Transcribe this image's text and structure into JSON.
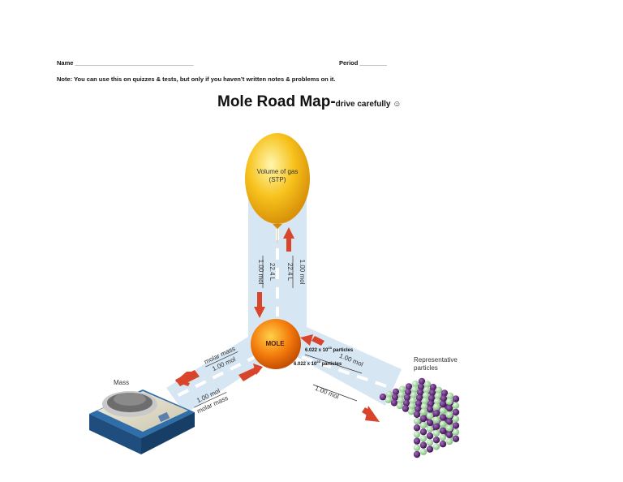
{
  "header": {
    "name_label": "Name ___________________________________",
    "period_label": "Period ________",
    "note": "Note:  You can use this on quizzes & tests, but only if you haven’t written notes & problems on it."
  },
  "title": {
    "main": "Mole Road Map-",
    "sub": "drive carefully ☺"
  },
  "diagram": {
    "balloon_line1": "Volume of gas",
    "balloon_line2": "(STP)",
    "mole_center": "MOLE",
    "mass_label": "Mass",
    "particles_line1": "Representative",
    "particles_line2": "particles",
    "gas_left_top": "1.00 mol",
    "gas_left_bottom": "22.4 L",
    "gas_right_top": "22.4 L",
    "gas_right_bottom": "1.00 mol",
    "mass_upper_top": "molar mass",
    "mass_upper_bottom": "1.00 mol",
    "mass_lower_top": "1.00 mol",
    "mass_lower_bottom": "molar mass",
    "particles_upper_1": "6.022 x 10",
    "particles_upper_exp": "23",
    "particles_upper_2": " particles",
    "particles_upper_mol": "1.00 mol",
    "particles_lower_1": "6.022 x 10",
    "particles_lower_exp": "23",
    "particles_lower_2": " particles",
    "particles_lower_mol": "1.00 mol"
  },
  "colors": {
    "road": "#d7e6f3",
    "arrow": "#d9452a",
    "balloon": "#f7c21c",
    "mole": "#f37a0b",
    "particle_green": "#b9e2b6",
    "particle_purple": "#5f2a78"
  }
}
